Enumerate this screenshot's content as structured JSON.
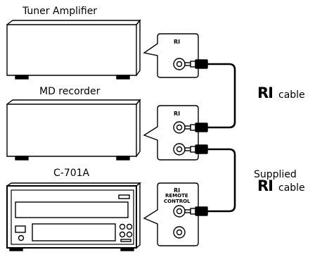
{
  "devices": {
    "tuner": {
      "label": "Tuner Amplifier"
    },
    "md": {
      "label": "MD recorder"
    },
    "cd": {
      "label": "C-701A"
    }
  },
  "jacks": {
    "tuner_panel": {
      "label": "RI"
    },
    "md_panel": {
      "label": "RI"
    },
    "cd_panel": {
      "label": "RI",
      "sublabel_1": "REMOTE",
      "sublabel_2": "CONTROL"
    }
  },
  "cables": {
    "ri_cable": {
      "logo": "RI",
      "label": "cable"
    },
    "supplied": {
      "label": "Supplied",
      "logo": "RI",
      "label2": "cable"
    }
  }
}
